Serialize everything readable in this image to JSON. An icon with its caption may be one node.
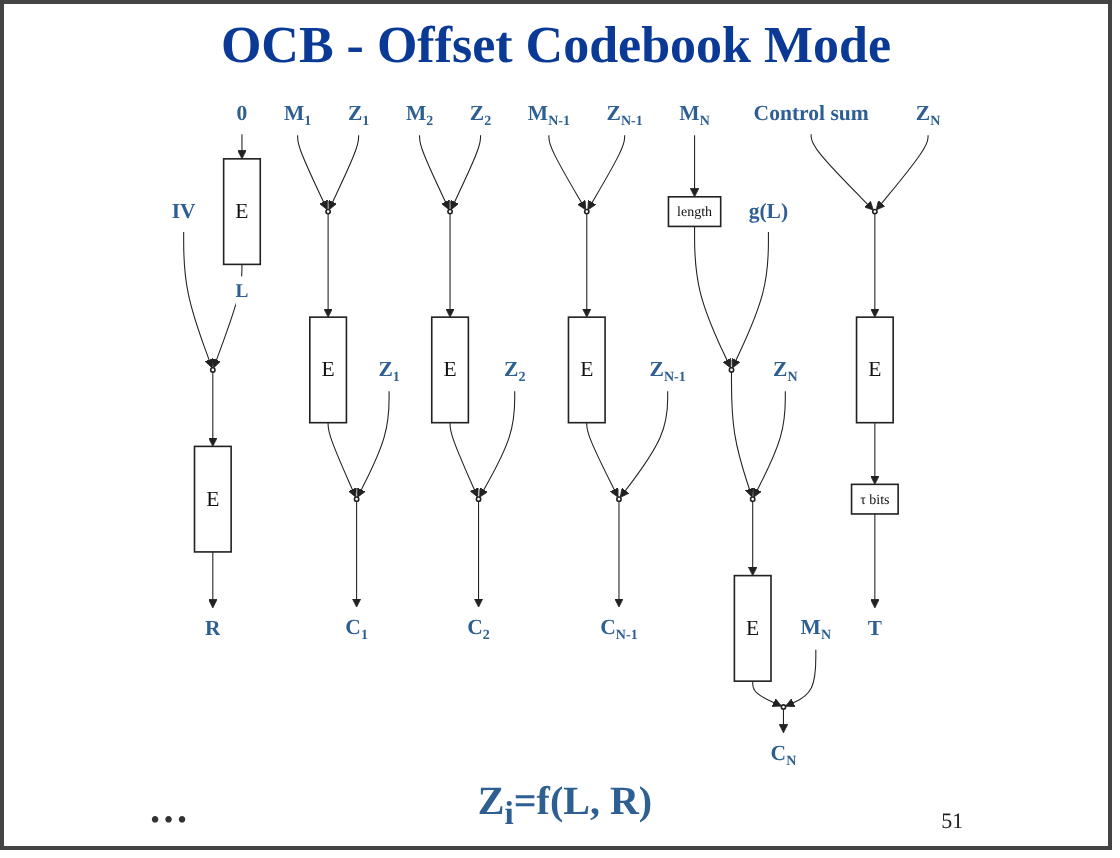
{
  "diagram": {
    "title": "OCB - Offset Codebook Mode",
    "nodes": [
      {
        "text": [
          "IV"
        ]
      },
      {
        "text": [
          "0"
        ]
      },
      {
        "text": [
          "E"
        ]
      },
      {
        "text": [],
        "shape": "circle"
      },
      {
        "text": [
          "E"
        ]
      },
      {
        "text": [
          "R"
        ]
      },
      {
        "text": [
          "M$_{1}$"
        ]
      },
      {
        "text": [],
        "shape": "circle"
      },
      {
        "text": [
          "Z$_{1}$"
        ]
      },
      {
        "text": [
          "E"
        ]
      },
      {
        "text": [],
        "shape": "circle"
      },
      {
        "text": [
          "Z$_{1}$"
        ]
      },
      {
        "text": [
          "C$_{1}$"
        ]
      },
      {
        "text": [
          "M$_{2}$"
        ]
      },
      {
        "text": [],
        "shape": "circle"
      },
      {
        "text": [
          "Z$_{2}$"
        ]
      },
      {
        "text": [
          "E"
        ]
      },
      {
        "text": [],
        "shape": "circle"
      },
      {
        "text": [
          "Z$_{2}$"
        ]
      },
      {
        "text": [
          "C$_{2}$"
        ]
      },
      {
        "text": [
          "M$_{N-1}$"
        ]
      },
      {
        "text": [],
        "shape": "circle"
      },
      {
        "text": [
          "Z$_{N-1}$"
        ]
      },
      {
        "text": [
          "E"
        ]
      },
      {
        "text": [],
        "shape": "circle"
      },
      {
        "text": [
          "Z$_{N-1}$"
        ]
      },
      {
        "text": [
          "C$_{N-1}$"
        ]
      },
      {
        "text": [
          "M$_{N}$"
        ]
      },
      {
        "text": [
          "length"
        ]
      },
      {
        "text": [],
        "shape": "circle"
      },
      {
        "text": [
          "g(L)"
        ]
      },
      {
        "text": [],
        "shape": "circle"
      },
      {
        "text": [
          "Z$_{N}$"
        ]
      },
      {
        "text": [
          "E"
        ]
      },
      {
        "text": [],
        "shape": "circle"
      },
      {
        "text": [
          "M$_{N}$"
        ]
      },
      {
        "text": [
          "C$_{N}$"
        ]
      },
      {
        "text": [
          "Control sum"
        ]
      },
      {
        "text": [],
        "shape": "circle"
      },
      {
        "text": [
          "Z$_{N}$"
        ]
      },
      {
        "text": [
          "E"
        ]
      },
      {
        "text": [
          "τ bits"
        ]
      },
      {
        "text": [
          "T"
        ]
      }
    ],
    "edges": [
      {
        "from": 0,
        "to": 3,
        "arrow": "to"
      },
      {
        "from": 1,
        "to": 2,
        "arrow": "to"
      },
      {
        "from": 2,
        "to": 3,
        "arrow": "to",
        "label": "L"
      },
      {
        "from": 3,
        "to": 4,
        "arrow": "to"
      },
      {
        "from": 4,
        "to": 5,
        "arrow": "to"
      },
      {
        "from": 6,
        "to": 7,
        "arrow": "to"
      },
      {
        "from": 8,
        "to": 7,
        "arrow": "to"
      },
      {
        "from": 7,
        "to": 9,
        "arrow": "to"
      },
      {
        "from": 9,
        "to": 10,
        "arrow": "to"
      },
      {
        "from": 11,
        "to": 10,
        "arrow": "to"
      },
      {
        "from": 10,
        "to": 12,
        "arrow": "to"
      },
      {
        "from": 13,
        "to": 14,
        "arrow": "to"
      },
      {
        "from": 15,
        "to": 14,
        "arrow": "to"
      },
      {
        "from": 14,
        "to": 16,
        "arrow": "to"
      },
      {
        "from": 16,
        "to": 17,
        "arrow": "to"
      },
      {
        "from": 18,
        "to": 17,
        "arrow": "to"
      },
      {
        "from": 17,
        "to": 19,
        "arrow": "to"
      },
      {
        "from": 20,
        "to": 21,
        "arrow": "to"
      },
      {
        "from": 22,
        "to": 21,
        "arrow": "to"
      },
      {
        "from": 21,
        "to": 23,
        "arrow": "to"
      },
      {
        "from": 23,
        "to": 24,
        "arrow": "to"
      },
      {
        "from": 25,
        "to": 24,
        "arrow": "to"
      },
      {
        "from": 24,
        "to": 26,
        "arrow": "to"
      },
      {
        "from": 27,
        "to": 28,
        "arrow": "to"
      },
      {
        "from": 28,
        "to": 29,
        "arrow": "to"
      },
      {
        "from": 30,
        "to": 29,
        "arrow": "to"
      },
      {
        "from": 29,
        "to": 31,
        "arrow": "to"
      },
      {
        "from": 32,
        "to": 31,
        "arrow": "to"
      },
      {
        "from": 31,
        "to": 33,
        "arrow": "to"
      },
      {
        "from": 33,
        "to": 34,
        "arrow": "to"
      },
      {
        "from": 35,
        "to": 34,
        "arrow": "to"
      },
      {
        "from": 34,
        "to": 36,
        "arrow": "to"
      },
      {
        "from": 37,
        "to": 38,
        "arrow": "to"
      },
      {
        "from": 39,
        "to": 38,
        "arrow": "to"
      },
      {
        "from": 38,
        "to": 40,
        "arrow": "to"
      },
      {
        "from": 40,
        "to": 41,
        "arrow": "to"
      },
      {
        "from": 41,
        "to": 42,
        "arrow": "to"
      }
    ],
    "labels": [
      "…",
      "Z$_{i}$=f(L, R)",
      "51"
    ]
  }
}
